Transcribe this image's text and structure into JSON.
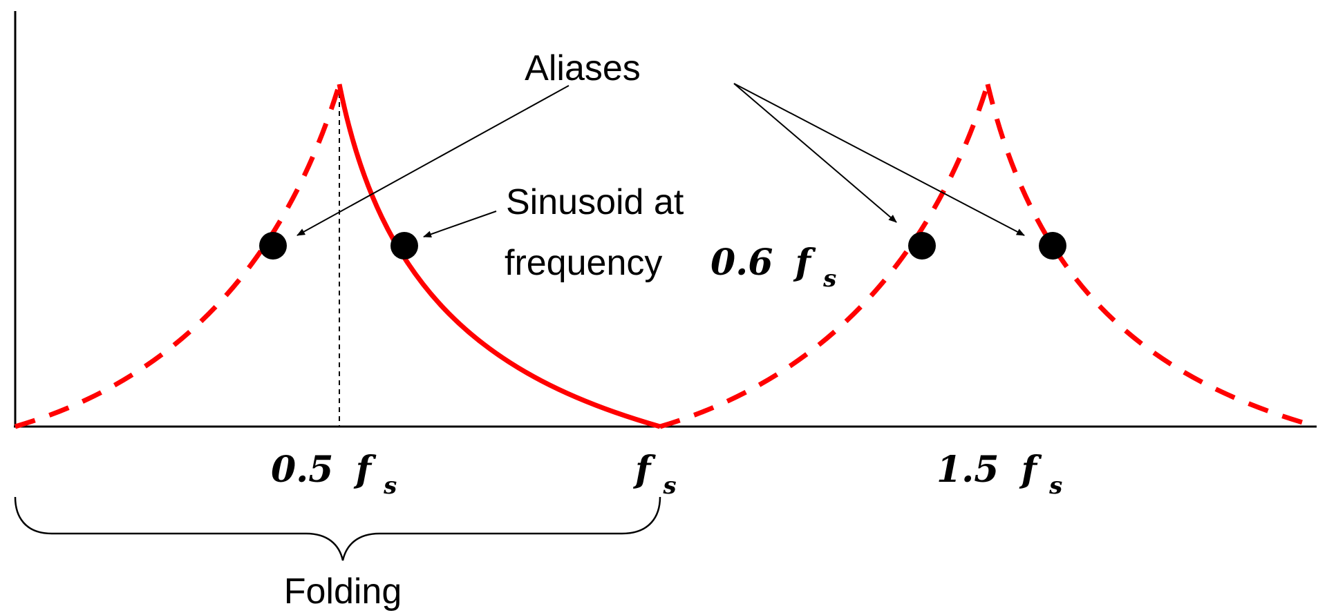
{
  "annotations": {
    "aliases": "Aliases",
    "sinusoid_line1": "Sinusoid at",
    "sinusoid_line2": "frequency",
    "sinusoid_freq": "0.6",
    "folding": "Folding"
  },
  "axis_labels": {
    "half": {
      "value": "0.5",
      "symbol": "f",
      "subscript": "s"
    },
    "one": {
      "value": "",
      "symbol": "f",
      "subscript": "s"
    },
    "one_half": {
      "value": "1.5",
      "symbol": "f",
      "subscript": "s"
    }
  },
  "math_symbol": {
    "symbol": "f",
    "subscript": "s"
  },
  "colors": {
    "curve": "#ff0000",
    "axis": "#000000",
    "dot": "#000000"
  }
}
